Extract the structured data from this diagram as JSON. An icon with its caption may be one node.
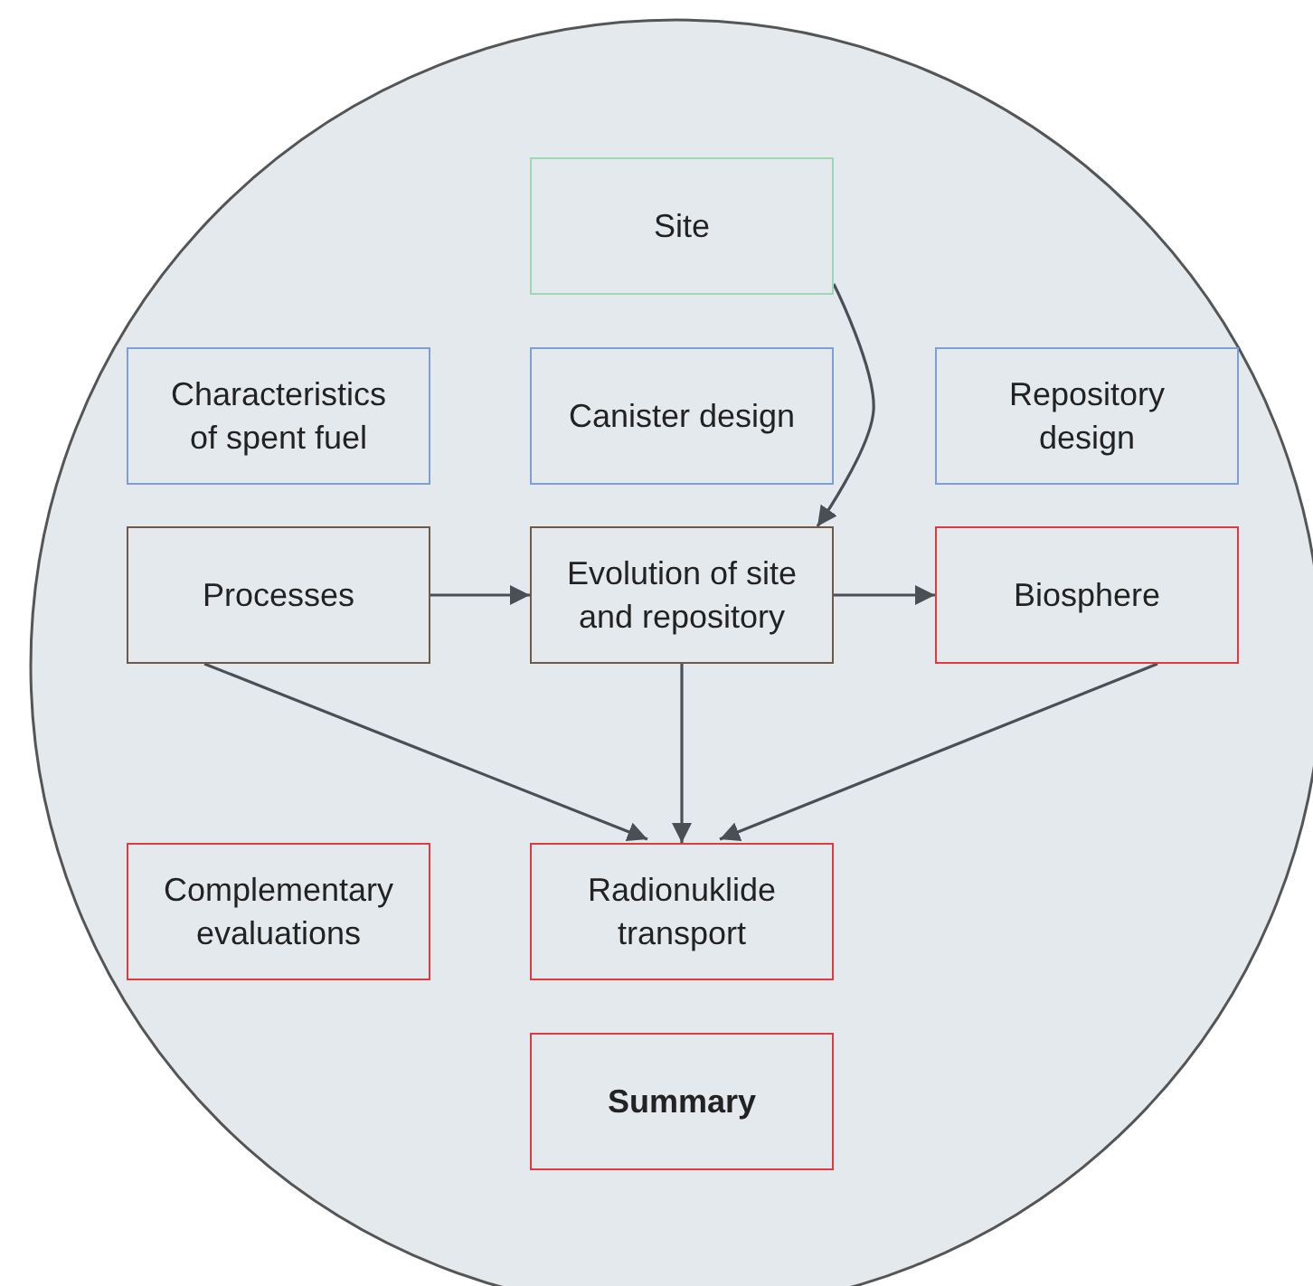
{
  "diagram": {
    "nodes": [
      {
        "text": [],
        "shape": "circle"
      },
      {
        "text": [
          "Site"
        ],
        "in": 0
      },
      {
        "text": [
          "Characteristics of spent fuel"
        ],
        "in": 0
      },
      {
        "text": [
          "Canister design"
        ],
        "in": 0
      },
      {
        "text": [
          "Repository design"
        ],
        "in": 0
      },
      {
        "text": [
          "Processes"
        ],
        "in": 0
      },
      {
        "text": [
          "Evolution of site and repository"
        ],
        "in": 0
      },
      {
        "text": [
          "Biosphere"
        ],
        "in": 0
      },
      {
        "text": [
          "Complementary evaluations"
        ],
        "in": 0
      },
      {
        "text": [
          "Radionuklide transport"
        ],
        "in": 0
      },
      {
        "text": [
          "Summary"
        ],
        "in": 0
      }
    ],
    "edges": [
      {
        "from": 1,
        "to": 6,
        "arrow": "to"
      },
      {
        "from": 5,
        "to": 6,
        "arrow": "to"
      },
      {
        "from": 6,
        "to": 7,
        "arrow": "to"
      },
      {
        "from": 6,
        "to": 9,
        "arrow": "to"
      },
      {
        "from": 5,
        "to": 9,
        "arrow": "to"
      },
      {
        "from": 7,
        "to": 9,
        "arrow": "to"
      }
    ]
  }
}
